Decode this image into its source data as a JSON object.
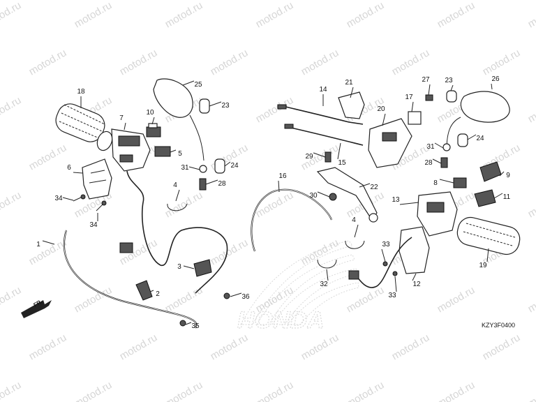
{
  "watermark": "motod.ru",
  "diagram_code": "KZY3F0400",
  "front_arrow_label": "FR.",
  "logo_text": "HONDA",
  "callouts": [
    {
      "id": "c1",
      "label": "1"
    },
    {
      "id": "c2",
      "label": "2"
    },
    {
      "id": "c3",
      "label": "3"
    },
    {
      "id": "c4a",
      "label": "4"
    },
    {
      "id": "c4b",
      "label": "4"
    },
    {
      "id": "c5",
      "label": "5"
    },
    {
      "id": "c6",
      "label": "6"
    },
    {
      "id": "c7",
      "label": "7"
    },
    {
      "id": "c8",
      "label": "8"
    },
    {
      "id": "c9",
      "label": "9"
    },
    {
      "id": "c10",
      "label": "10"
    },
    {
      "id": "c11",
      "label": "11"
    },
    {
      "id": "c12",
      "label": "12"
    },
    {
      "id": "c13",
      "label": "13"
    },
    {
      "id": "c14",
      "label": "14"
    },
    {
      "id": "c15",
      "label": "15"
    },
    {
      "id": "c16",
      "label": "16"
    },
    {
      "id": "c17",
      "label": "17"
    },
    {
      "id": "c18",
      "label": "18"
    },
    {
      "id": "c19",
      "label": "19"
    },
    {
      "id": "c20",
      "label": "20"
    },
    {
      "id": "c21",
      "label": "21"
    },
    {
      "id": "c22",
      "label": "22"
    },
    {
      "id": "c23a",
      "label": "23"
    },
    {
      "id": "c23b",
      "label": "23"
    },
    {
      "id": "c24a",
      "label": "24"
    },
    {
      "id": "c24b",
      "label": "24"
    },
    {
      "id": "c25",
      "label": "25"
    },
    {
      "id": "c26",
      "label": "26"
    },
    {
      "id": "c27",
      "label": "27"
    },
    {
      "id": "c28a",
      "label": "28"
    },
    {
      "id": "c28b",
      "label": "28"
    },
    {
      "id": "c29",
      "label": "29"
    },
    {
      "id": "c30",
      "label": "30"
    },
    {
      "id": "c31a",
      "label": "31"
    },
    {
      "id": "c31b",
      "label": "31"
    },
    {
      "id": "c32",
      "label": "32"
    },
    {
      "id": "c33a",
      "label": "33"
    },
    {
      "id": "c33b",
      "label": "33"
    },
    {
      "id": "c34a",
      "label": "34"
    },
    {
      "id": "c34b",
      "label": "34"
    },
    {
      "id": "c35",
      "label": "35"
    },
    {
      "id": "c36",
      "label": "36"
    }
  ]
}
